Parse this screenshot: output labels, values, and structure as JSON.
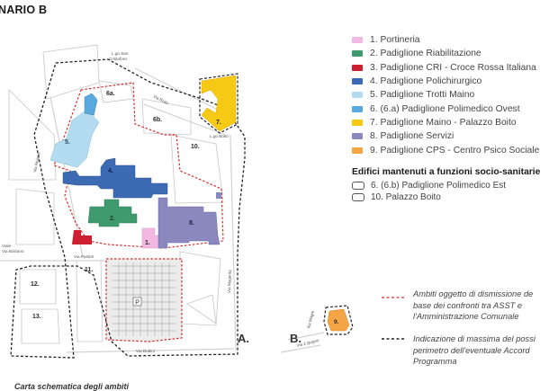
{
  "title": "NARIO B",
  "legend": [
    {
      "label": "1. Portineria",
      "color": "#f2b8e2"
    },
    {
      "label": "2. Padiglione Riabilitazione",
      "color": "#3f9a6e"
    },
    {
      "label": "3. Padiglione CRI - Croce Rossa Italiana",
      "color": "#cc1f2f"
    },
    {
      "label": "4. Padiglione Polichirurgico",
      "color": "#3d6bb3"
    },
    {
      "label": "5. Padiglione Trotti Maino",
      "color": "#b3dcf0"
    },
    {
      "label": "6. (6.a) Padiglione Polimedico Ovest",
      "color": "#5aa9de"
    },
    {
      "label": "7. Padiglione Maino - Palazzo Boito",
      "color": "#f6c915"
    },
    {
      "label": "8. Padiglione Servizi",
      "color": "#8a88bf"
    },
    {
      "label": "9. Padiglione CPS - Centro Psico Sociale",
      "color": "#f5a545"
    }
  ],
  "legend2": {
    "title": "Edifici mantenuti a funzioni socio-sanitarie",
    "items": [
      "6. (6.b) Padiglione Polimedico Est",
      "10. Palazzo Boito"
    ]
  },
  "notes": {
    "red_line_1": "Ambiti oggetto di dismissione de",
    "red_line_2": "base dei confronti tra ASST e",
    "red_line_3": "l'Amministrazione Comunale",
    "black_line_1": "Indicazione di massima del possi",
    "black_line_2": "perimetro dell'eventuale Accord",
    "black_line_3": "Programma"
  },
  "map": {
    "labels": {
      "b1": "1.",
      "b2": "2.",
      "b4": "4.",
      "b5": "5.",
      "b6a": "6a.",
      "b6b": "6b.",
      "b7": "7.",
      "b8": "8.",
      "b9": "9.",
      "b10": "10.",
      "b11": "11.",
      "b12": "12.",
      "b13": "13.",
      "parking": "P"
    },
    "streets": {
      "lgo_san_cristoforo_1": "L.go San",
      "lgo_san_cristoforo_2": "Cristoforo",
      "via_boito": "Via Boito",
      "lgo_boito": "L.go Boito",
      "via_riviera": "Via Riviera",
      "via_magenta": "Via Magenta",
      "via_pastori": "Via Pastori",
      "via_dubini": "Via Dubini",
      "viale": "Viale",
      "via_bolzano": "Via Bolzano",
      "via_magni_b": "Via Magni",
      "via_2_giugno": "Via 2 giugno"
    },
    "panel_a": "A.",
    "panel_b": "B."
  },
  "caption": "Carta schematica degli ambiti"
}
